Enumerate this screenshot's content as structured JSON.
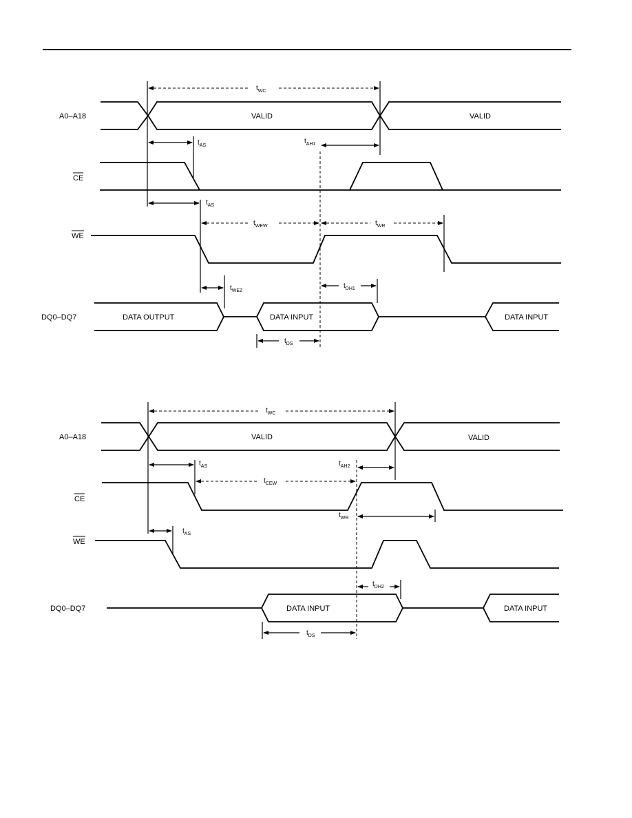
{
  "diagram1": {
    "signals": {
      "addr": "A0–A18",
      "ce": "CE",
      "we": "WE",
      "dq": "DQ0–DQ7"
    },
    "addr_valid_1": "VALID",
    "addr_valid_2": "VALID",
    "dq_output": "DATA OUTPUT",
    "dq_input_1": "DATA INPUT",
    "dq_input_2": "DATA INPUT",
    "timings": {
      "twc": {
        "main": "t",
        "sub": "WC"
      },
      "tas1": {
        "main": "t",
        "sub": "AS"
      },
      "tah1": {
        "main": "t",
        "sub": "AH1"
      },
      "tas2": {
        "main": "t",
        "sub": "AS"
      },
      "twew": {
        "main": "t",
        "sub": "WEW"
      },
      "twr": {
        "main": "t",
        "sub": "WR"
      },
      "twez": {
        "main": "t",
        "sub": "WEZ"
      },
      "tdh1": {
        "main": "t",
        "sub": "DH1"
      },
      "tds": {
        "main": "t",
        "sub": "DS"
      }
    }
  },
  "diagram2": {
    "signals": {
      "addr": "A0–A18",
      "ce": "CE",
      "we": "WE",
      "dq": "DQ0–DQ7"
    },
    "addr_valid_1": "VALID",
    "addr_valid_2": "VALID",
    "dq_input_1": "DATA INPUT",
    "dq_input_2": "DATA INPUT",
    "timings": {
      "twc": {
        "main": "t",
        "sub": "WC"
      },
      "tas1": {
        "main": "t",
        "sub": "AS"
      },
      "tcew": {
        "main": "t",
        "sub": "CEW"
      },
      "tah2": {
        "main": "t",
        "sub": "AH2"
      },
      "twr": {
        "main": "t",
        "sub": "WR"
      },
      "tas2": {
        "main": "t",
        "sub": "AS"
      },
      "tdh2": {
        "main": "t",
        "sub": "DH2"
      },
      "tds": {
        "main": "t",
        "sub": "DS"
      }
    }
  }
}
